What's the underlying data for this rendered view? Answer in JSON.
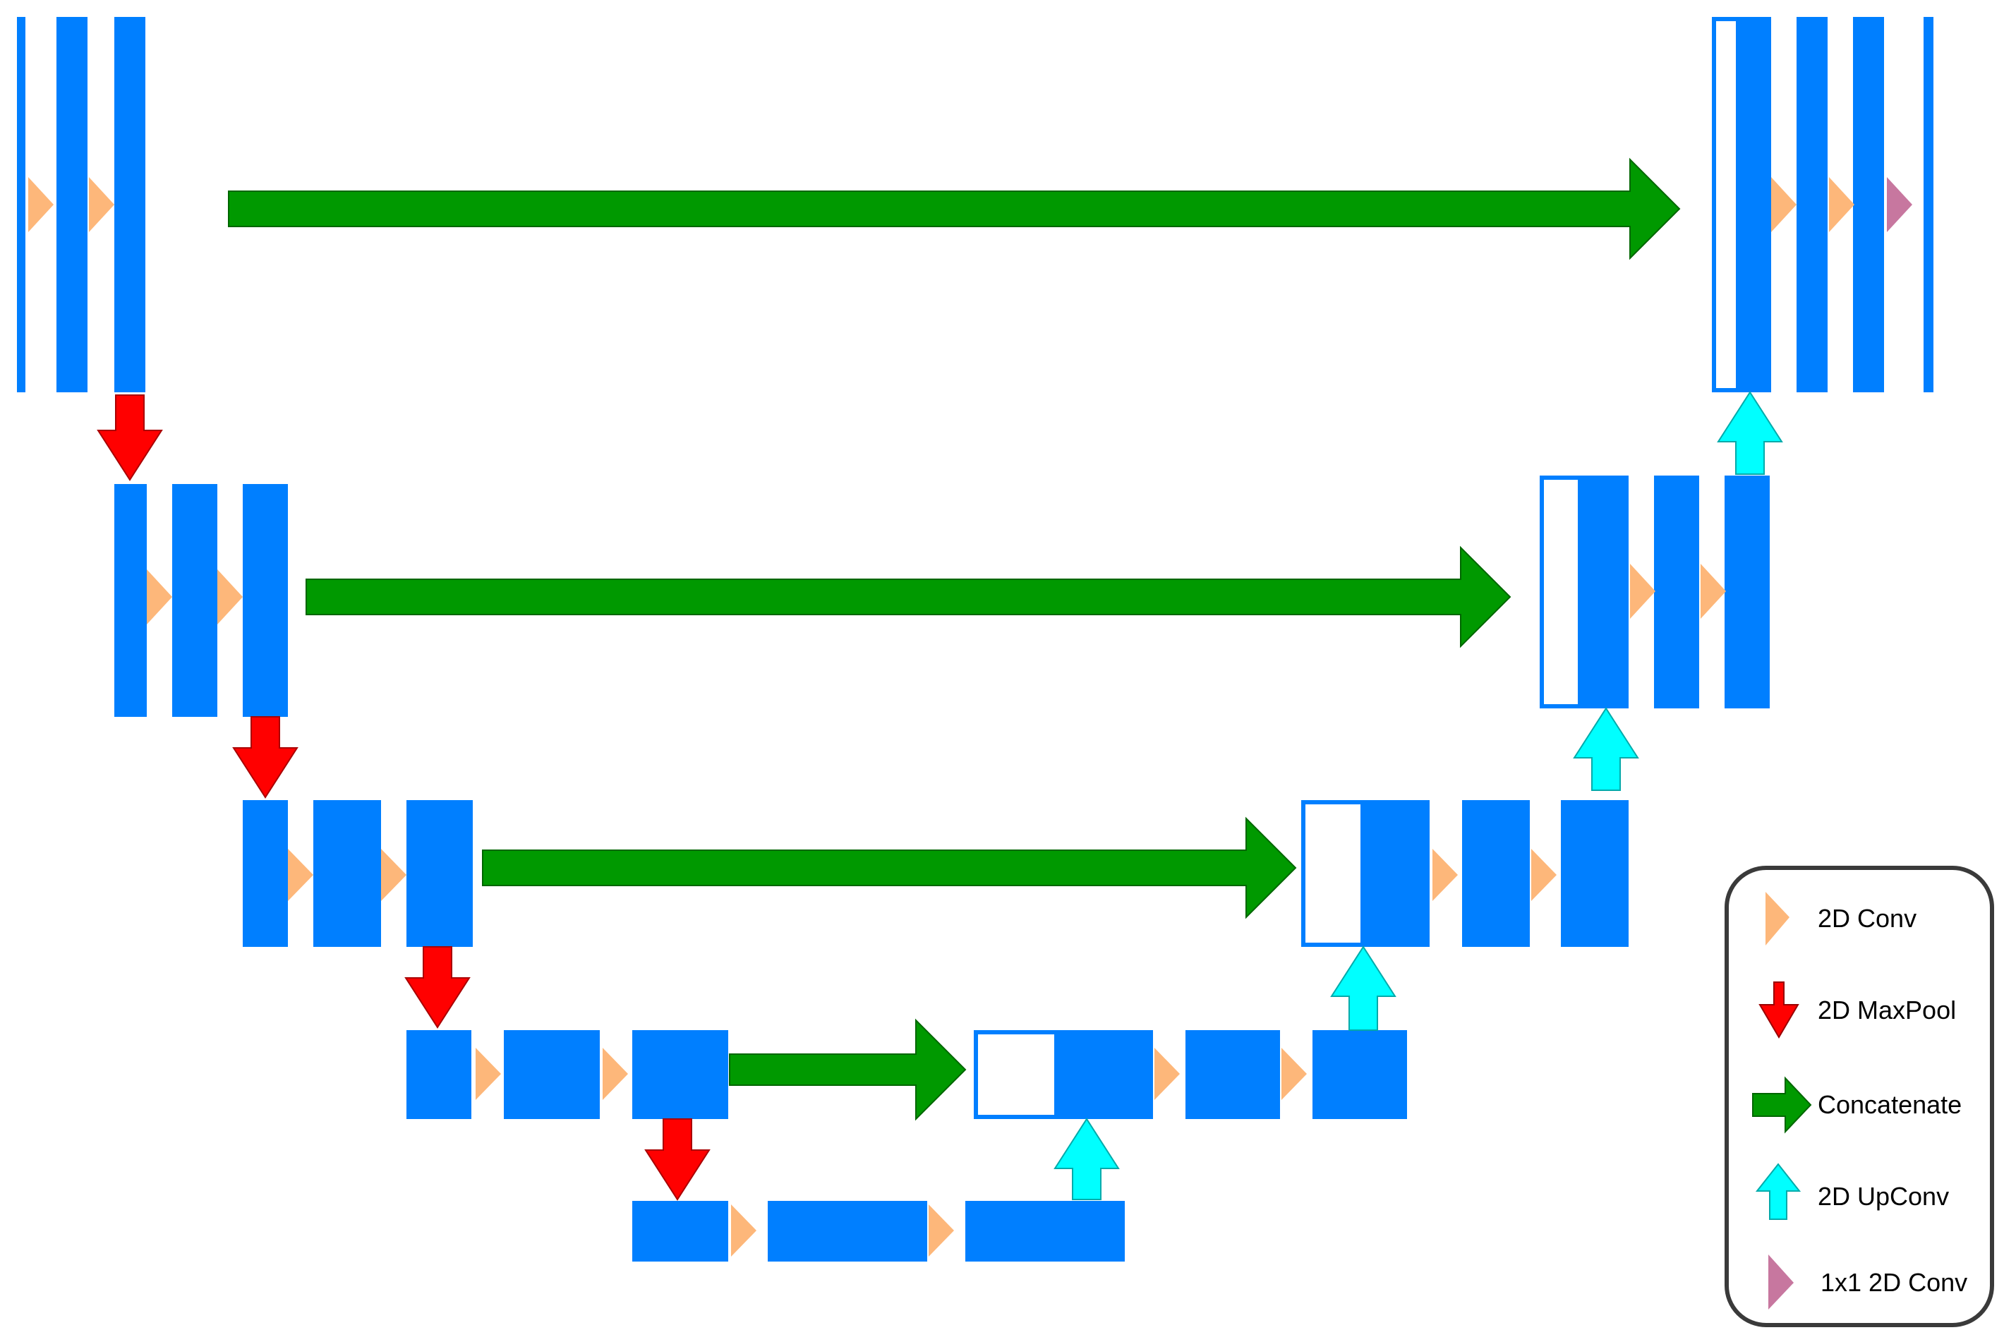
{
  "colors": {
    "feature_map": "#007FFF",
    "conv": "#FDB77A",
    "maxpool": "#FF0000",
    "concatenate": "#009900",
    "upconv": "#00FFFF",
    "conv1x1": "#C7779F",
    "legend_border": "#3a3a3a"
  },
  "legend": {
    "conv": "2D Conv",
    "maxpool": "2D MaxPool",
    "concatenate": "Concatenate",
    "upconv": "2D UpConv",
    "conv1x1": "1x1 2D Conv"
  }
}
